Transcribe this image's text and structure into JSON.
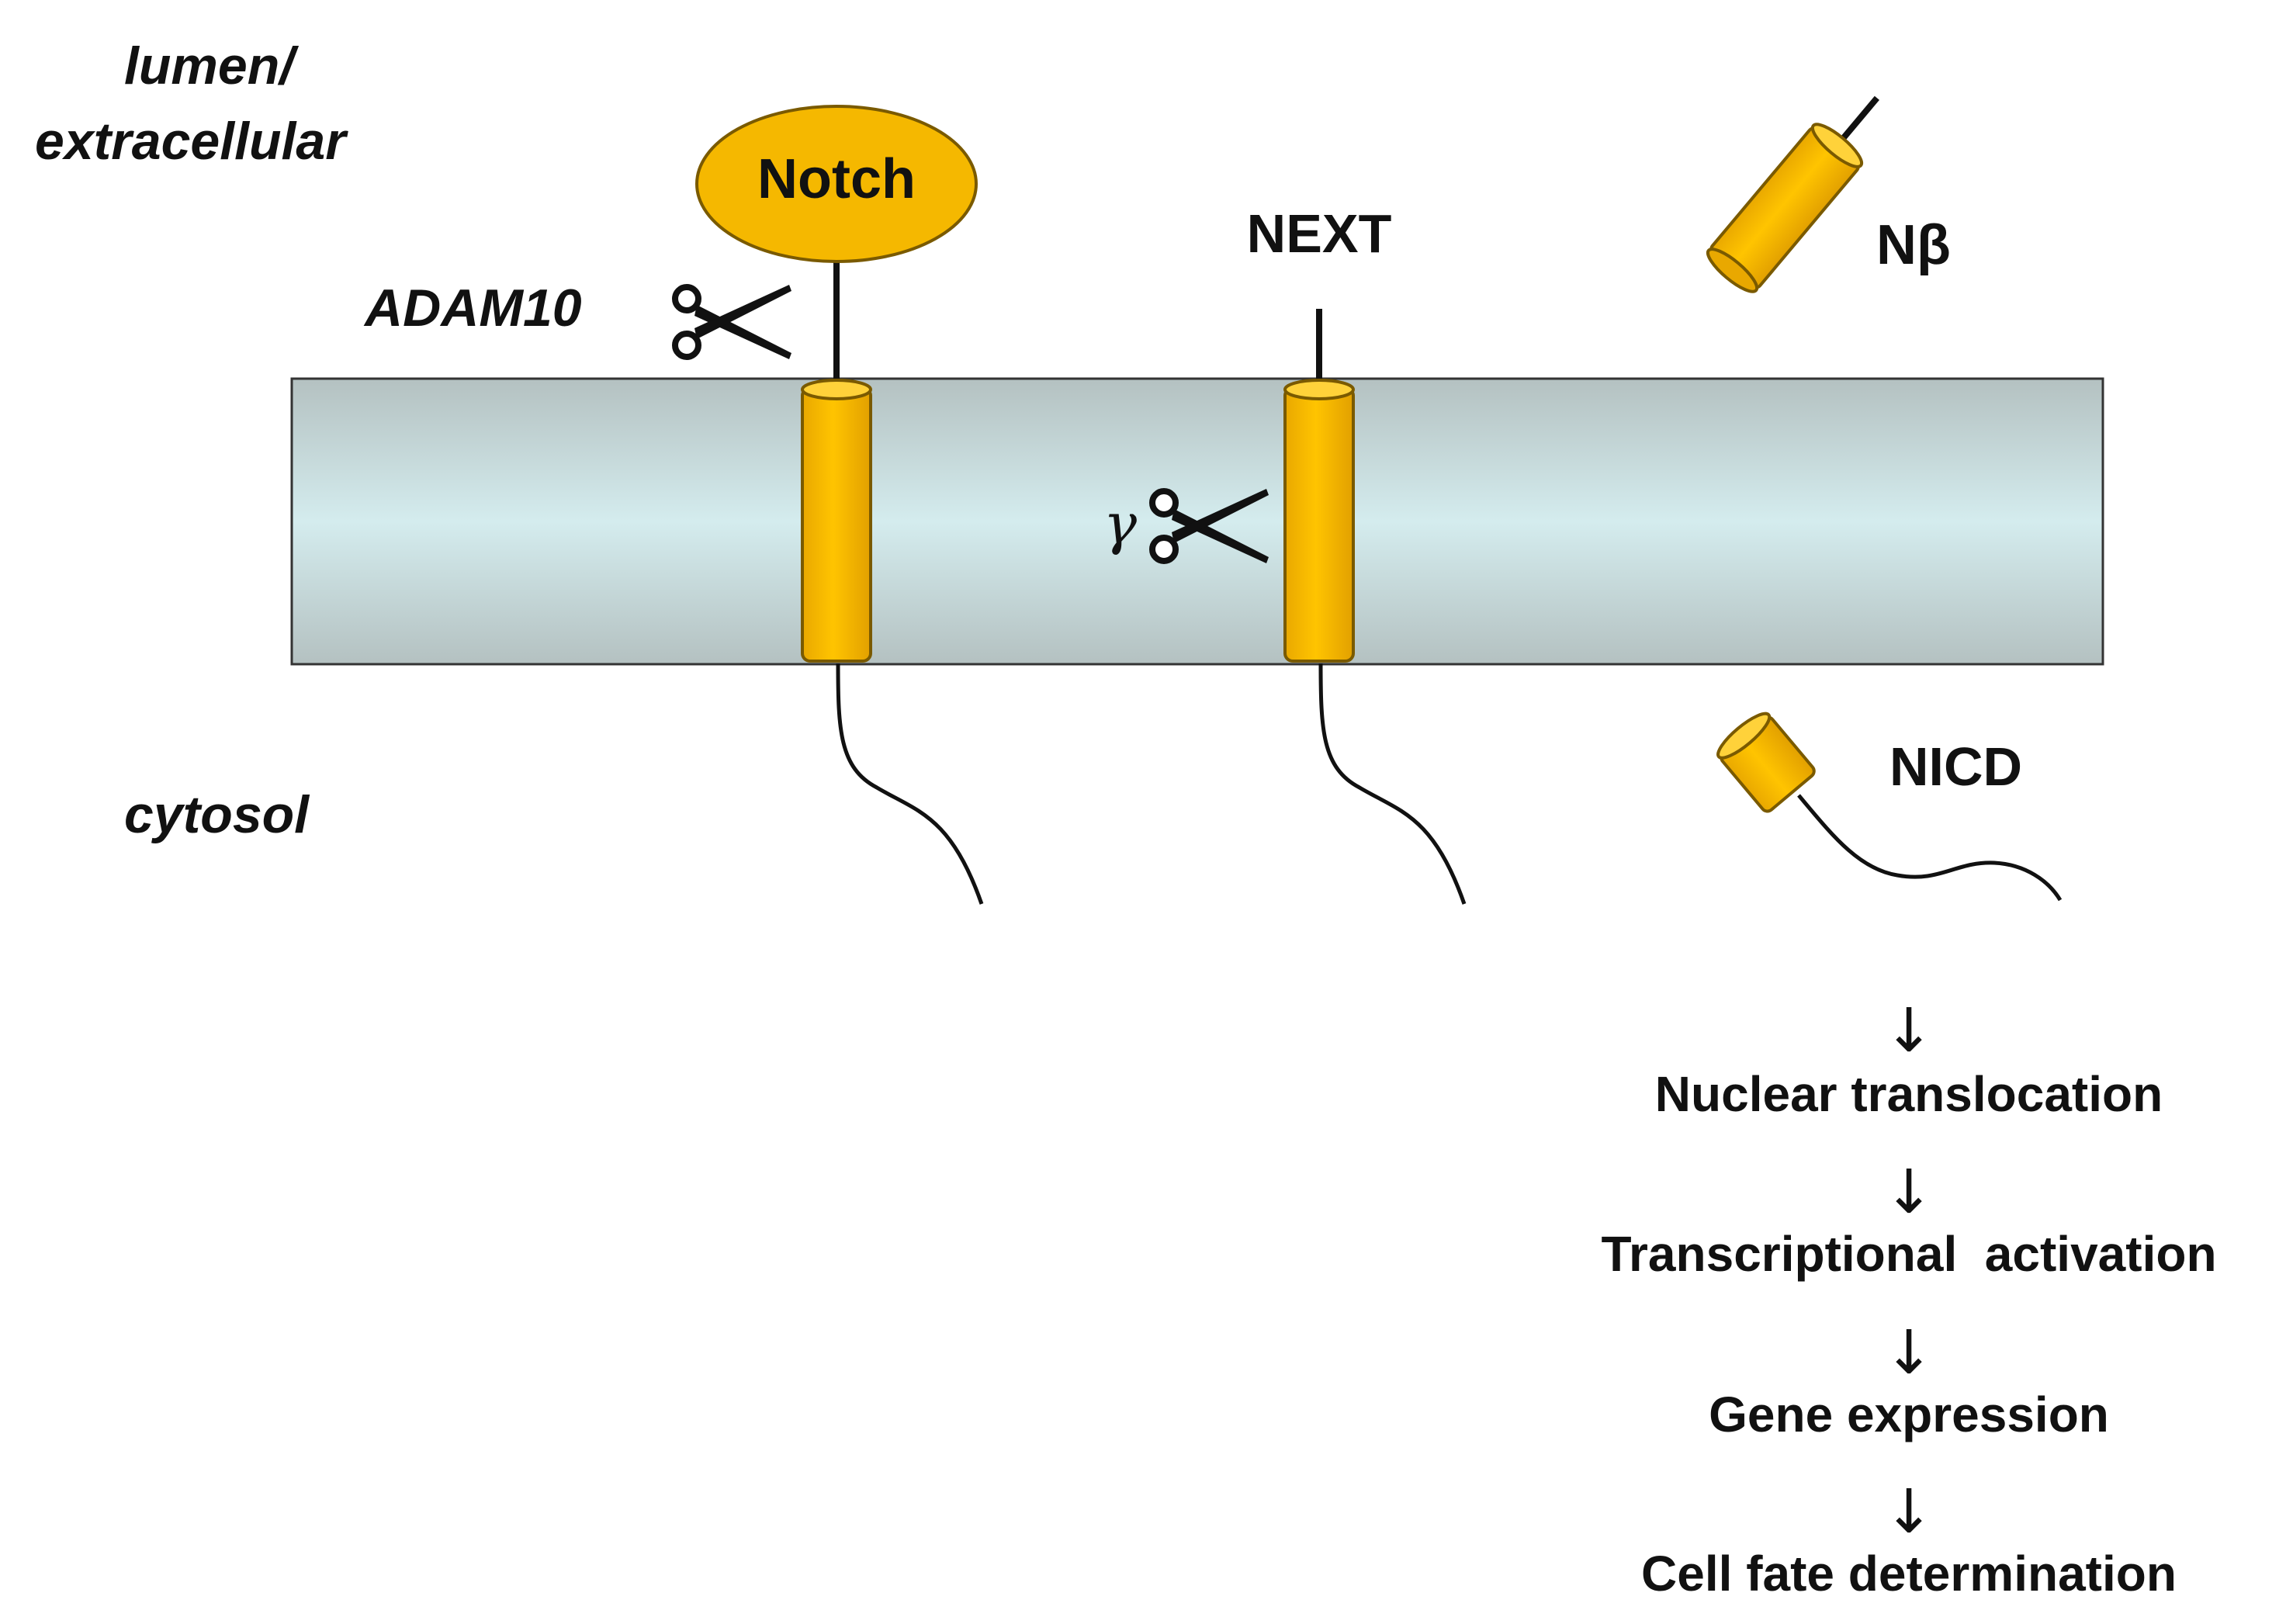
{
  "labels": {
    "lumen_line1": "lumen/",
    "lumen_line2": "extracellular",
    "cytosol": "cytosol",
    "adam10": "ADAM10",
    "notch": "Notch",
    "next": "NEXT",
    "gamma": "γ",
    "nbeta": "Nβ",
    "nicd": "NICD"
  },
  "pathway": {
    "arrow_glyph": "↓",
    "steps": [
      "Nuclear translocation",
      "Transcriptional  activation",
      "Gene expression",
      "Cell fate determination"
    ]
  },
  "icons": {
    "adam10_scissors": "scissors-icon",
    "gamma_scissors": "scissors-icon"
  },
  "colors": {
    "protein": "#F5B800",
    "protein_stroke": "#7A5A00",
    "membrane_edge": "#B4C1C1",
    "membrane_center": "#D4ECEE",
    "line": "#111111"
  }
}
